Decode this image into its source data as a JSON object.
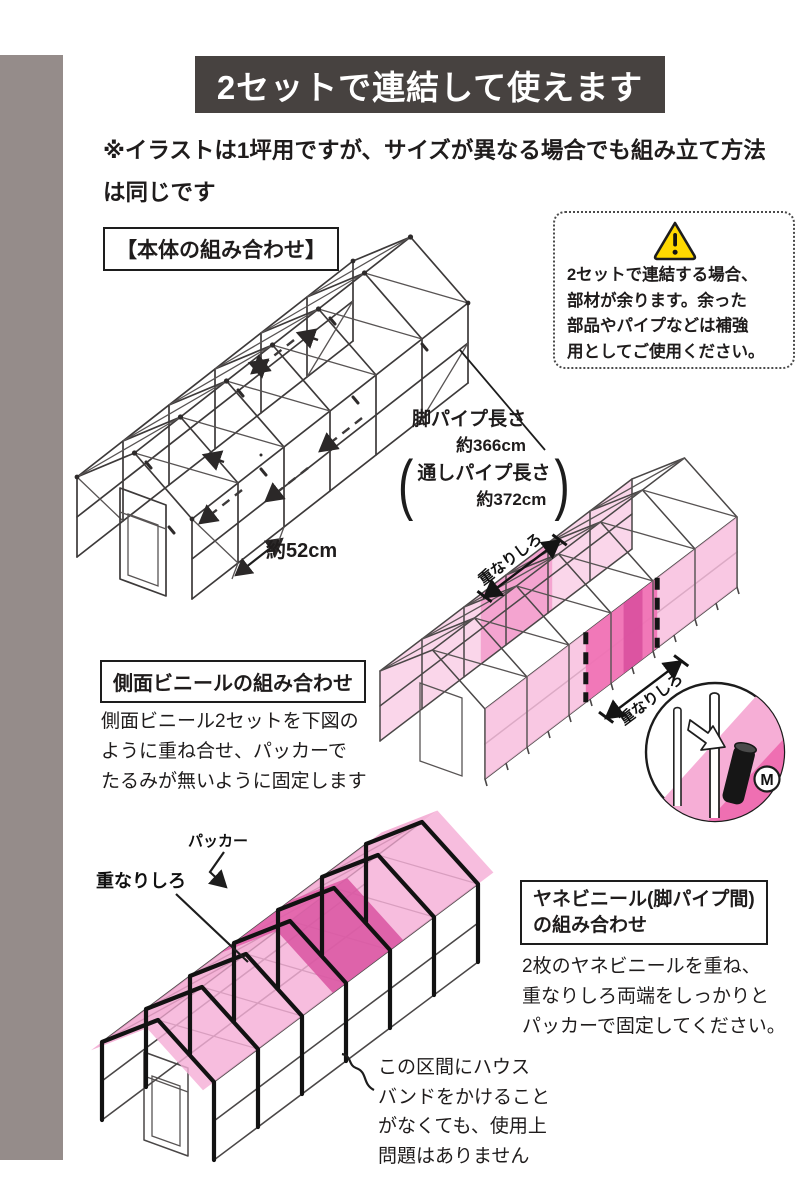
{
  "header": {
    "title": "2セットで連結して使えます"
  },
  "note": {
    "line1": "※イラストは1坪用ですが、サイズが異なる場合でも組み立て方法",
    "line2": "は同じです"
  },
  "warning": {
    "line1": "2セットで連結する場合、",
    "line2": "部材が余ります。余った",
    "line3": "部品やパイプなどは補強",
    "line4": "用としてご使用ください。"
  },
  "body_section": {
    "title": "【本体の組み合わせ】",
    "leg_pipe_label": "脚パイプ長さ",
    "leg_pipe_length": "約366cm",
    "paren_open": "(",
    "paren_close": ")",
    "through_pipe_label": "通しパイプ長さ",
    "through_pipe_length": "約372cm",
    "spacing_label": "約52cm"
  },
  "side_section": {
    "title": "側面ビニールの組み合わせ",
    "body_line1": "側面ビニール2セットを下図の",
    "body_line2": "ように重ね合せ、パッカーで",
    "body_line3": "たるみが無いように固定します",
    "overlap_label_roof": "重なりしろ",
    "overlap_label_wall": "重なりしろ",
    "detail_marker": "M"
  },
  "roof_section": {
    "title_line1": "ヤネビニール(脚パイプ間)",
    "title_line2": "の組み合わせ",
    "body_line1": "2枚のヤネビニールを重ね、",
    "body_line2": "重なりしろ両端をしっかりと",
    "body_line3": "パッカーで固定してください。",
    "packer_label": "パッカー",
    "overlap_label": "重なりしろ",
    "band_note_line1": "この区間にハウス",
    "band_note_line2": "バンドをかけること",
    "band_note_line3": "がなくても、使用上",
    "band_note_line4": "問題はありません"
  },
  "colors": {
    "header_bg": "#474240",
    "side_bar": "#958C8A",
    "pink_light": "#F8BEDE",
    "pink_mid": "#EF6FB2",
    "pink_dark": "#D954A1",
    "warning_yellow": "#FFD900"
  }
}
